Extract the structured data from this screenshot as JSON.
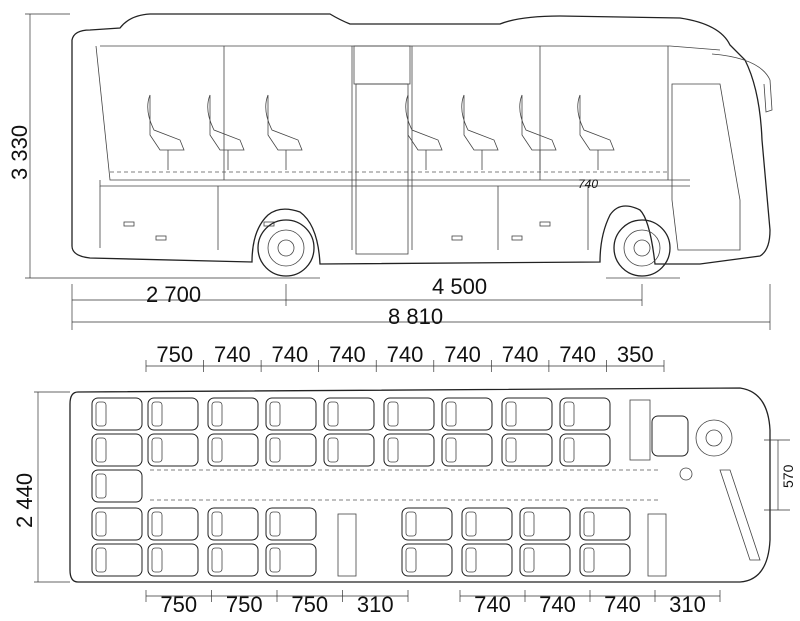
{
  "side_view": {
    "height_label": "3 330",
    "front_overhang_label": "2 700",
    "wheelbase_label": "4 500",
    "total_length_label": "8 810",
    "seat_pitch_note": "740"
  },
  "plan_view": {
    "width_label": "2 440",
    "aisle_label": "570",
    "top_pitches": [
      "750",
      "740",
      "740",
      "740",
      "740",
      "740",
      "740",
      "740",
      "350"
    ],
    "bottom_left_pitches": [
      "750",
      "750",
      "750",
      "310"
    ],
    "bottom_right_pitches": [
      "740",
      "740",
      "740",
      "310"
    ]
  }
}
